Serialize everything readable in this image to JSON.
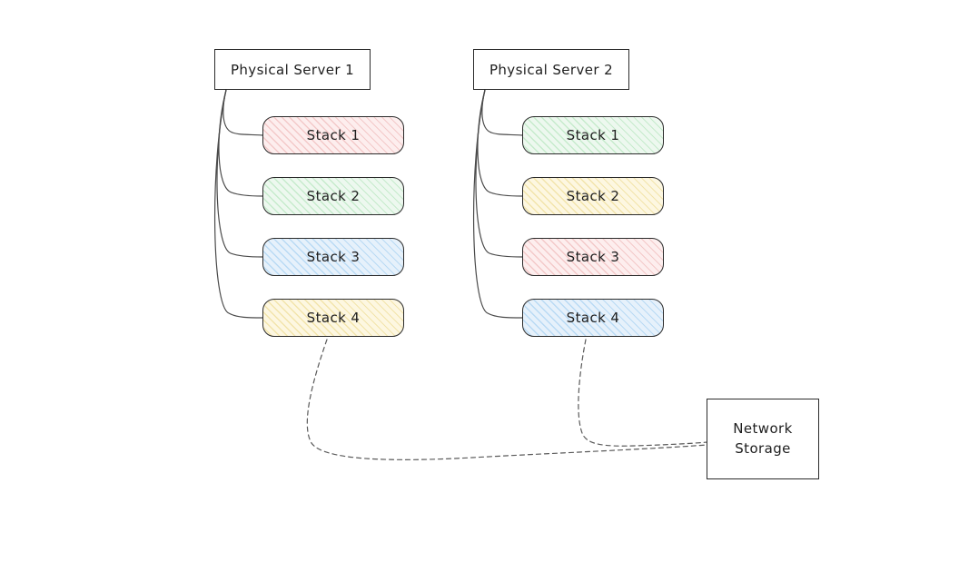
{
  "diagram": {
    "servers": [
      {
        "label": "Physical Server 1",
        "stacks": [
          {
            "label": "Stack 1",
            "fill": "#fdeeee",
            "hatch": "#f3c9c9"
          },
          {
            "label": "Stack 2",
            "fill": "#edf8ef",
            "hatch": "#c6ebcc"
          },
          {
            "label": "Stack 3",
            "fill": "#e6f1fb",
            "hatch": "#b9daf4"
          },
          {
            "label": "Stack 4",
            "fill": "#fdf7e1",
            "hatch": "#f2e4ab"
          }
        ]
      },
      {
        "label": "Physical Server 2",
        "stacks": [
          {
            "label": "Stack 1",
            "fill": "#edf8ef",
            "hatch": "#c6ebcc"
          },
          {
            "label": "Stack 2",
            "fill": "#fdf7e1",
            "hatch": "#f2e4ab"
          },
          {
            "label": "Stack 3",
            "fill": "#fdeeee",
            "hatch": "#f3c9c9"
          },
          {
            "label": "Stack 4",
            "fill": "#e6f1fb",
            "hatch": "#b9daf4"
          }
        ]
      }
    ],
    "storage": {
      "label": "Network\nStorage"
    },
    "colors": {
      "canvas_background": "#ffffff",
      "shape_stroke": "#2b2b2b",
      "connector_stroke": "#4a4a4a",
      "dashed_stroke": "#5a5a5a",
      "text": "#1e1e1e"
    }
  }
}
